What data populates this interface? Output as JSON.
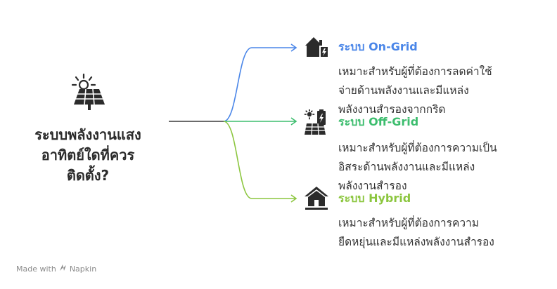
{
  "main": {
    "title_lines": [
      "ระบบพลังงานแสง",
      "อาทิตย์ใดที่ควร",
      "ติดตั้ง?"
    ],
    "icon": "solar-panel-icon"
  },
  "branches": [
    {
      "title": "ระบบ On-Grid",
      "desc_lines": [
        "เหมาะสำหรับผู้ที่ต้องการลดค่าใช้",
        "จ่ายด้านพลังงานและมีแหล่ง",
        "พลังงานสำรองจากกริด"
      ],
      "color": "#4a86e8",
      "icon": "house-grid-power-icon"
    },
    {
      "title": "ระบบ Off-Grid",
      "desc_lines": [
        "เหมาะสำหรับผู้ที่ต้องการความเป็น",
        "อิสระด้านพลังงานและมีแหล่ง",
        "พลังงานสำรอง"
      ],
      "color": "#3dbd6e",
      "icon": "solar-battery-icon"
    },
    {
      "title": "ระบบ Hybrid",
      "desc_lines": [
        "เหมาะสำหรับผู้ที่ต้องการความ",
        "ยืดหยุ่นและมีแหล่งพลังงานสำรอง"
      ],
      "color": "#8cc63f",
      "icon": "home-icon"
    }
  ],
  "footer": {
    "text": "Made with",
    "brand": "Napkin",
    "icon": "napkin-logo-icon"
  }
}
